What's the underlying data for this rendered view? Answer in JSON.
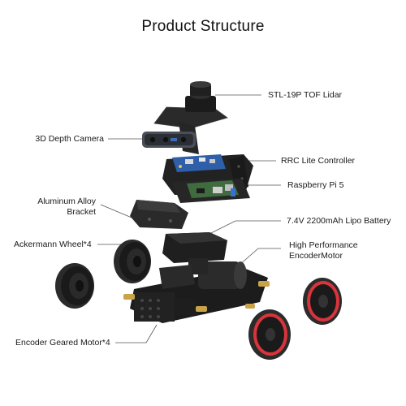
{
  "title": "Product Structure",
  "labels": {
    "lidar": "STL-19P TOF Lidar",
    "depth_camera": "3D Depth Camera",
    "controller": "RRC Lite Controller",
    "raspberry": "Raspberry Pi 5",
    "bracket_line1": "Aluminum Alloy",
    "bracket_line2": "Bracket",
    "battery": "7.4V 2200mAh Lipo Battery",
    "wheel": "Ackermann Wheel*4",
    "motor_line1": "High Performance",
    "motor_line2": "EncoderMotor",
    "geared_motor": "Encoder Geared Motor*4"
  },
  "colors": {
    "body_dark": "#1c1c1c",
    "metal": "#3a3a3a",
    "pcb_blue": "#2f5fa8",
    "pcb_green": "#3f6b3f",
    "rim_red": "#d8343b",
    "brass": "#c9a24a",
    "line": "#555555"
  }
}
